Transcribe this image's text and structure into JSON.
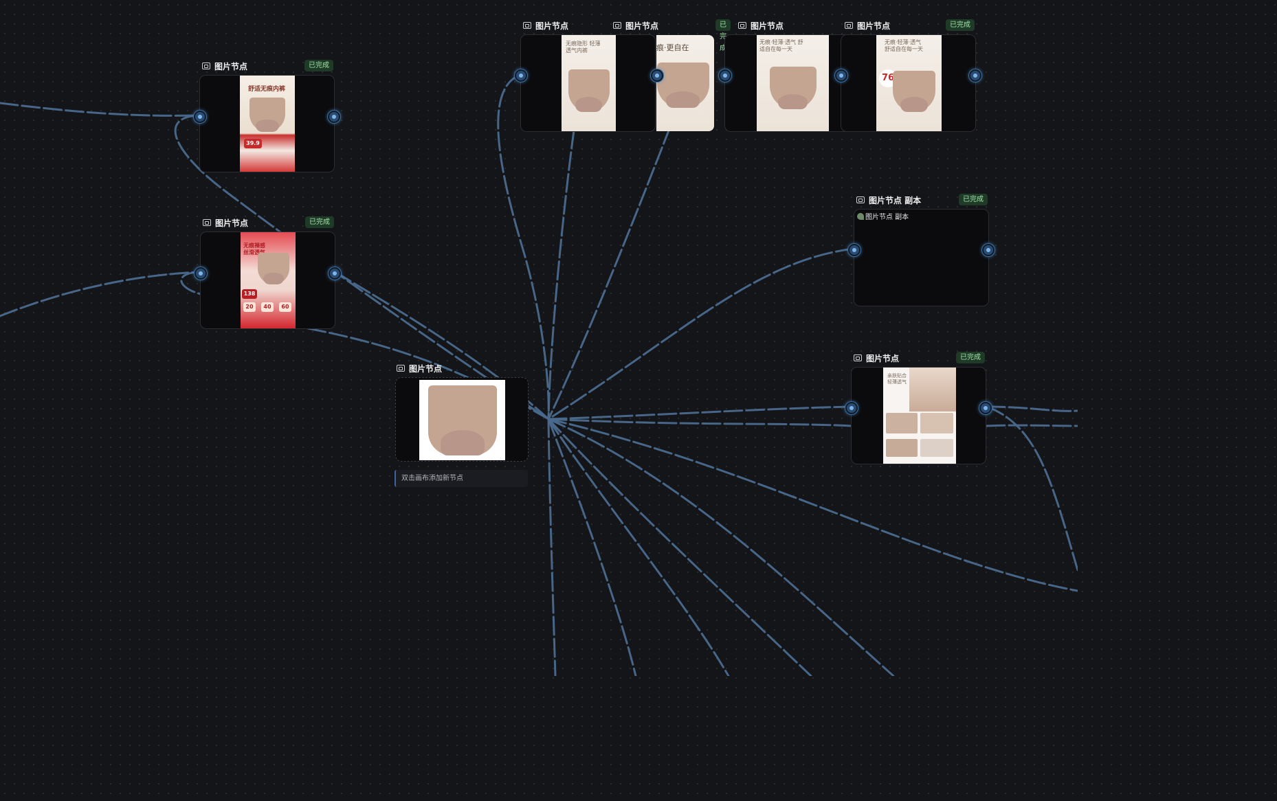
{
  "canvas": {
    "hint": "双击画布添加新节点"
  },
  "nodes": {
    "n1": {
      "title": "图片节点",
      "status": "已完成",
      "caption": "舒适无痕内裤",
      "price": "39.9"
    },
    "n2": {
      "title": "图片节点",
      "status": "已完成",
      "caption": "无痕裸感 丝滑透气",
      "price": "138",
      "coupons": [
        "20",
        "40",
        "60"
      ]
    },
    "n3": {
      "title": "图片节点"
    },
    "n4": {
      "title": "图片节点",
      "caption": "无痕隐形 轻薄透气内裤"
    },
    "n5": {
      "title": "图片节点",
      "caption": "痕·更自在"
    },
    "n6": {
      "title": "图片节点",
      "status": "已完成",
      "caption": "无痕·轻薄·透气 舒适自在每一天"
    },
    "n7": {
      "title": "图片节点",
      "status": "已完成",
      "caption": "无痕·轻薄·透气 舒适自在每一天",
      "price": "76"
    },
    "n8": {
      "title": "图片节点 副本",
      "status": "已完成",
      "alt": "图片节点 副本"
    },
    "n9": {
      "title": "图片节点",
      "status": "已完成",
      "caption": "亲肤贴合 轻薄透气"
    }
  },
  "colors": {
    "wire": "#4a6a8e",
    "status_text": "#9fe0a8",
    "port": "#7fb5e8"
  }
}
